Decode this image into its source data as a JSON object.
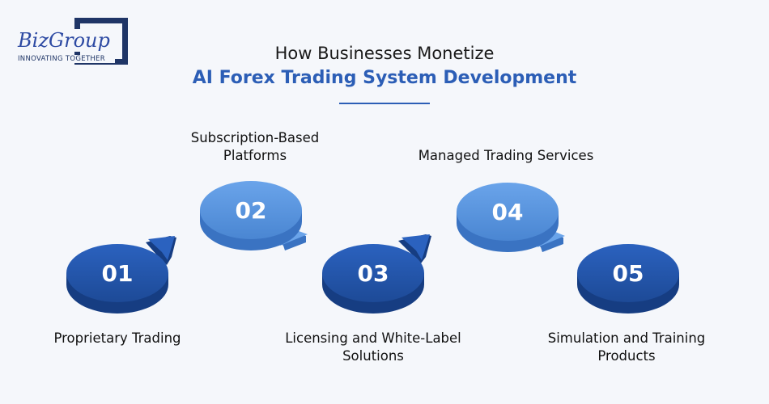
{
  "logo": {
    "name": "BizGroup",
    "tagline": "INNOVATING TOGETHER"
  },
  "title": {
    "line1": "How Businesses Monetize",
    "line2": "AI Forex Trading System Development"
  },
  "steps": [
    {
      "number": "01",
      "label": "Proprietary Trading",
      "color": "#1e4fa3"
    },
    {
      "number": "02",
      "label": "Subscription-Based Platforms",
      "color": "#4f8fdc"
    },
    {
      "number": "03",
      "label": "Licensing and White-Label Solutions",
      "color": "#1e4fa3"
    },
    {
      "number": "04",
      "label": "Managed Trading Services",
      "color": "#4f8fdc"
    },
    {
      "number": "05",
      "label": "Simulation and Training Products",
      "color": "#1e4fa3"
    }
  ]
}
